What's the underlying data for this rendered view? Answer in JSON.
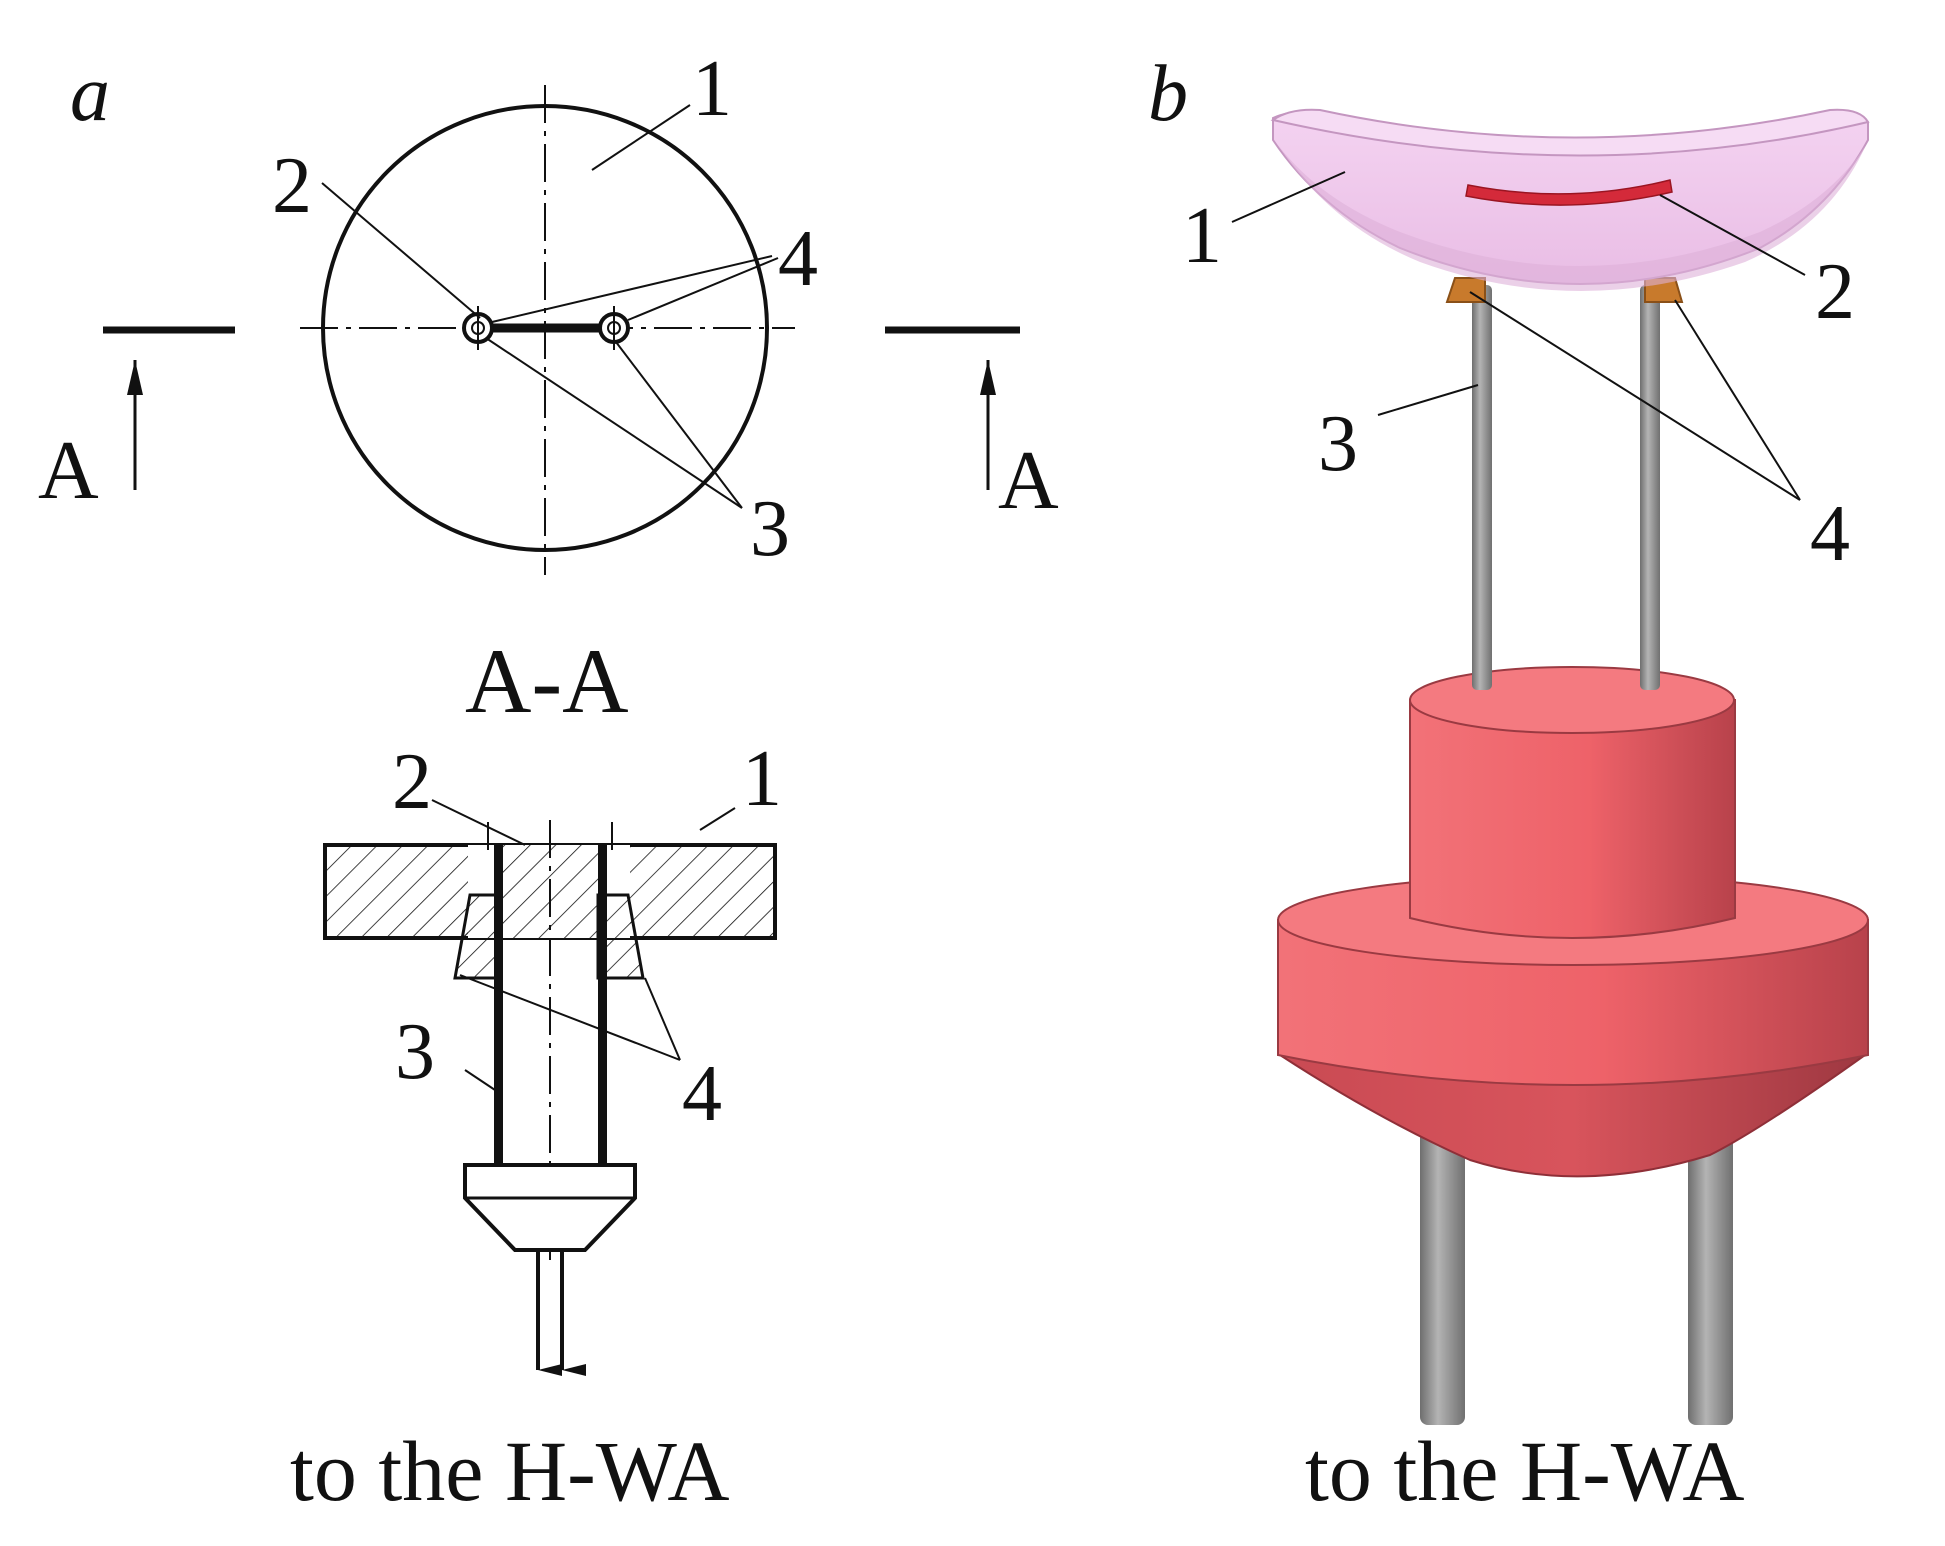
{
  "panel_a": {
    "letter": "a",
    "top_view": {
      "part_1": "1",
      "part_2": "2",
      "part_3": "3",
      "part_4": "4",
      "section_mark_left": "A",
      "section_mark_right": "A"
    },
    "section_title": "A-A",
    "section_view": {
      "part_1": "1",
      "part_2": "2",
      "part_3": "3",
      "part_4": "4"
    },
    "caption": "to the H-WA"
  },
  "panel_b": {
    "letter": "b",
    "part_1": "1",
    "part_2": "2",
    "part_3": "3",
    "part_4": "4",
    "caption": "to the H-WA"
  },
  "colors": {
    "line": "#111111",
    "lens": "#f0c8ee",
    "lens_edge": "#d9a9d6",
    "stripe": "#d42a3a",
    "holder": "#f2676b",
    "holder_dark": "#c9454c",
    "rod": "#8e8e8e",
    "pad": "#c87a2c"
  }
}
